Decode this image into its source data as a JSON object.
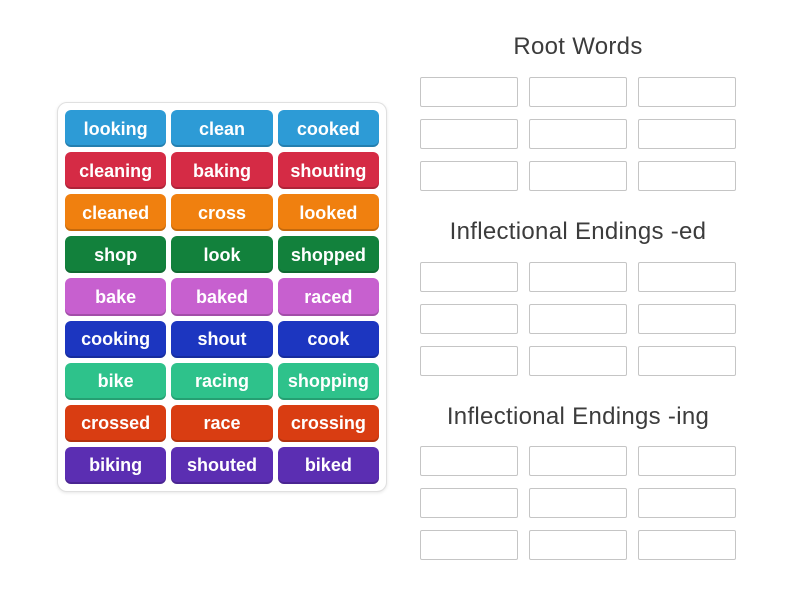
{
  "colors": {
    "page_bg": "#ffffff",
    "header_text": "#3c3c3c",
    "tile_text": "#ffffff",
    "slot_border": "#c5c5c5",
    "bank_border": "#e0e0e0",
    "palette": {
      "blue": "#2d9bd6",
      "crimson": "#d52b45",
      "orange": "#f0800f",
      "green": "#12813c",
      "orchid": "#c760cf",
      "dark_blue": "#1c36c0",
      "emerald": "#2ec28b",
      "red_orange": "#d93d12",
      "purple": "#5b2eb2"
    }
  },
  "word_bank": {
    "tiles": [
      {
        "label": "looking",
        "color": "blue"
      },
      {
        "label": "clean",
        "color": "blue"
      },
      {
        "label": "cooked",
        "color": "blue"
      },
      {
        "label": "cleaning",
        "color": "crimson"
      },
      {
        "label": "baking",
        "color": "crimson"
      },
      {
        "label": "shouting",
        "color": "crimson"
      },
      {
        "label": "cleaned",
        "color": "orange"
      },
      {
        "label": "cross",
        "color": "orange"
      },
      {
        "label": "looked",
        "color": "orange"
      },
      {
        "label": "shop",
        "color": "green"
      },
      {
        "label": "look",
        "color": "green"
      },
      {
        "label": "shopped",
        "color": "green"
      },
      {
        "label": "bake",
        "color": "orchid"
      },
      {
        "label": "baked",
        "color": "orchid"
      },
      {
        "label": "raced",
        "color": "orchid"
      },
      {
        "label": "cooking",
        "color": "dark_blue"
      },
      {
        "label": "shout",
        "color": "dark_blue"
      },
      {
        "label": "cook",
        "color": "dark_blue"
      },
      {
        "label": "bike",
        "color": "emerald"
      },
      {
        "label": "racing",
        "color": "emerald"
      },
      {
        "label": "shopping",
        "color": "emerald"
      },
      {
        "label": "crossed",
        "color": "red_orange"
      },
      {
        "label": "race",
        "color": "red_orange"
      },
      {
        "label": "crossing",
        "color": "red_orange"
      },
      {
        "label": "biking",
        "color": "purple"
      },
      {
        "label": "shouted",
        "color": "purple"
      },
      {
        "label": "biked",
        "color": "purple"
      }
    ]
  },
  "groups": [
    {
      "title": "Root Words",
      "slot_count": 9
    },
    {
      "title": "Inflectional Endings -ed",
      "slot_count": 9
    },
    {
      "title": "Inflectional Endings -ing",
      "slot_count": 9
    }
  ]
}
